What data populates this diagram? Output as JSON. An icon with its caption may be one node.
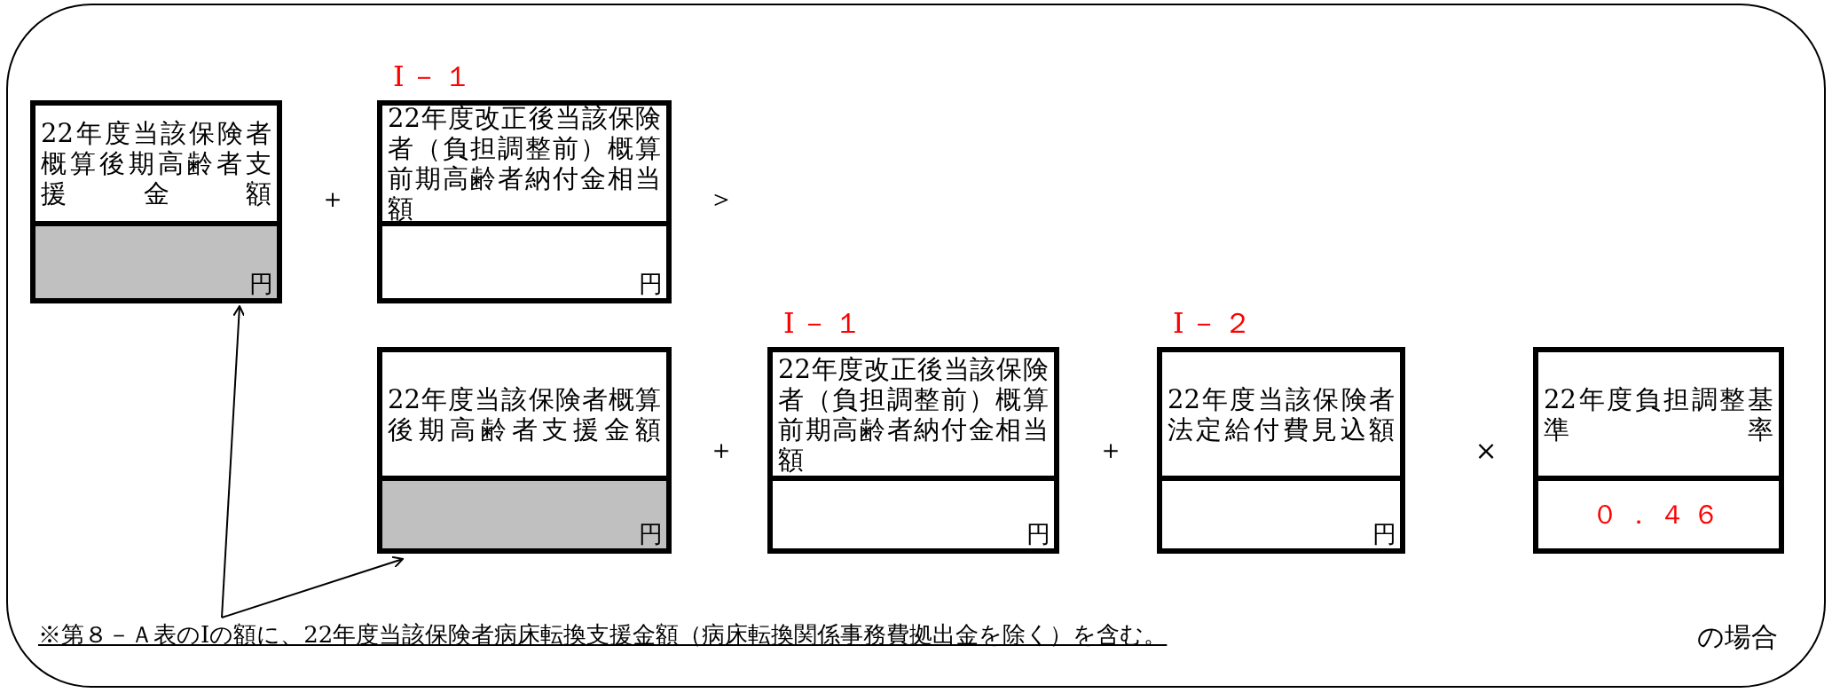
{
  "diagram": {
    "nodes": [
      {
        "text": [
          "22年度当該保険者概算後期高齢者支援金額",
          "円"
        ]
      },
      {
        "text": [
          "22年度改正後当該保険者（負担調整前）概算前期高齢者納付金相当額",
          "円"
        ],
        "beside": [
          "Ⅰ－１"
        ]
      },
      {
        "text": [
          "22年度当該保険者概算後期高齢者支援金額",
          "円"
        ]
      },
      {
        "text": [
          "22年度改正後当該保険者（負担調整前）概算前期高齢者納付金相当額",
          "円"
        ],
        "beside": [
          "Ⅰ－１"
        ]
      },
      {
        "text": [
          "22年度当該保険者法定給付費見込額",
          "円"
        ],
        "beside": [
          "Ⅰ－２"
        ]
      },
      {
        "text": [
          "22年度負担調整基準率",
          "０．４６"
        ]
      },
      {
        "text": [
          "※第８－Ａ表のⅠの額に、22年度当該保険者病床転換支援金額（病床転換関係事務費拠出金を除く）を含む。"
        ]
      }
    ],
    "edges": [
      {
        "from": 6,
        "to": 0,
        "arrow": "to"
      },
      {
        "from": 6,
        "to": 2,
        "arrow": "to"
      }
    ],
    "labels": [
      "＋",
      "＞",
      "＋",
      "＋",
      "×",
      "の場合"
    ]
  }
}
